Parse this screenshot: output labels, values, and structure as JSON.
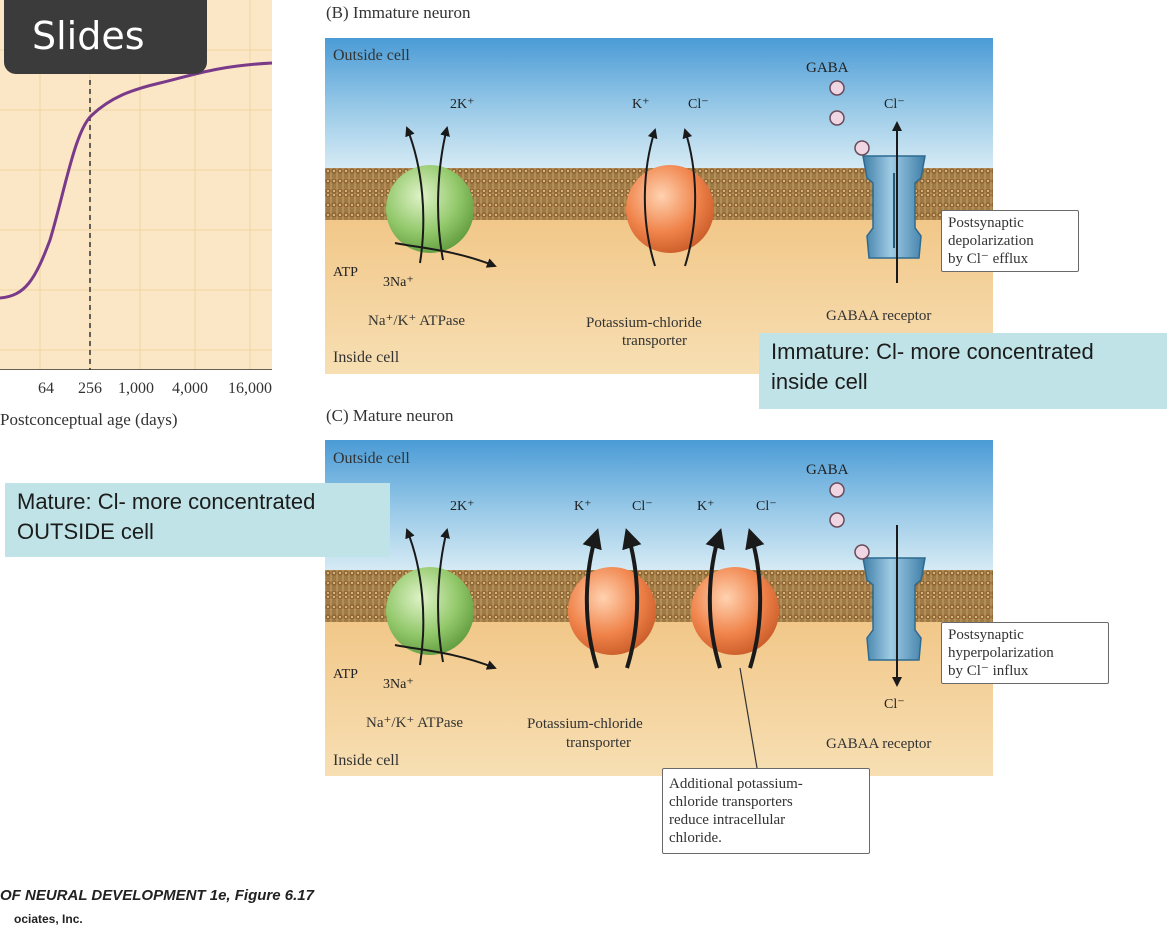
{
  "overlay": {
    "slides_label": "Slides",
    "banner_immature": "Immature: Cl- more concentrated inside cell",
    "banner_mature": "Mature: Cl- more concentrated OUTSIDE cell"
  },
  "graph": {
    "x_ticks": [
      "64",
      "256",
      "1,000",
      "4,000",
      "16,000"
    ],
    "x_label": "Postconceptual age (days)"
  },
  "panel_b": {
    "title": "(B) Immature neuron",
    "outside": "Outside cell",
    "inside": "Inside cell",
    "gaba": "GABA",
    "atpase_ions_out": "2K⁺",
    "atpase_ions_in": "3Na⁺",
    "atp": "ATP",
    "atpase_label": "Na⁺/K⁺ ATPase",
    "kcc_k": "K⁺",
    "kcc_cl": "Cl⁻",
    "kcc_label_1": "Potassium-chloride",
    "kcc_label_2": "transporter",
    "gaba_cl": "Cl⁻",
    "receptor_label": "GABAA receptor",
    "callout_1": "Postsynaptic",
    "callout_2": "depolarization",
    "callout_3": "by Cl⁻ efflux"
  },
  "panel_c": {
    "title": "(C) Mature neuron",
    "outside": "Outside cell",
    "inside": "Inside cell",
    "gaba": "GABA",
    "atpase_ions_out": "2K⁺",
    "atpase_ions_in": "3Na⁺",
    "atp": "ATP",
    "atpase_label": "Na⁺/K⁺ ATPase",
    "kcc1_k": "K⁺",
    "kcc1_cl": "Cl⁻",
    "kcc2_k": "K⁺",
    "kcc2_cl": "Cl⁻",
    "kcc_label_1": "Potassium-chloride",
    "kcc_label_2": "transporter",
    "gaba_cl": "Cl⁻",
    "receptor_label": "GABAA receptor",
    "callout_1": "Postsynaptic",
    "callout_2": "hyperpolarization",
    "callout_3": "by Cl⁻ influx",
    "additional_1": "Additional potassium-",
    "additional_2": "chloride transporters",
    "additional_3": "reduce intracellular",
    "additional_4": "chloride."
  },
  "footer": {
    "line1": "OF NEURAL DEVELOPMENT 1e, Figure 6.17",
    "line2": "ociates, Inc."
  },
  "colors": {
    "extracellular_top": "#4a9bd6",
    "intracellular": "#f2c98a",
    "membrane": "#8a6a3a",
    "atpase": "#8fc46a",
    "kcc": "#f0834a",
    "receptor": "#5a9cc2",
    "graph_bg": "#fbe7c6",
    "graph_line": "#7a3a8a",
    "banner": "#bfe3e6"
  }
}
